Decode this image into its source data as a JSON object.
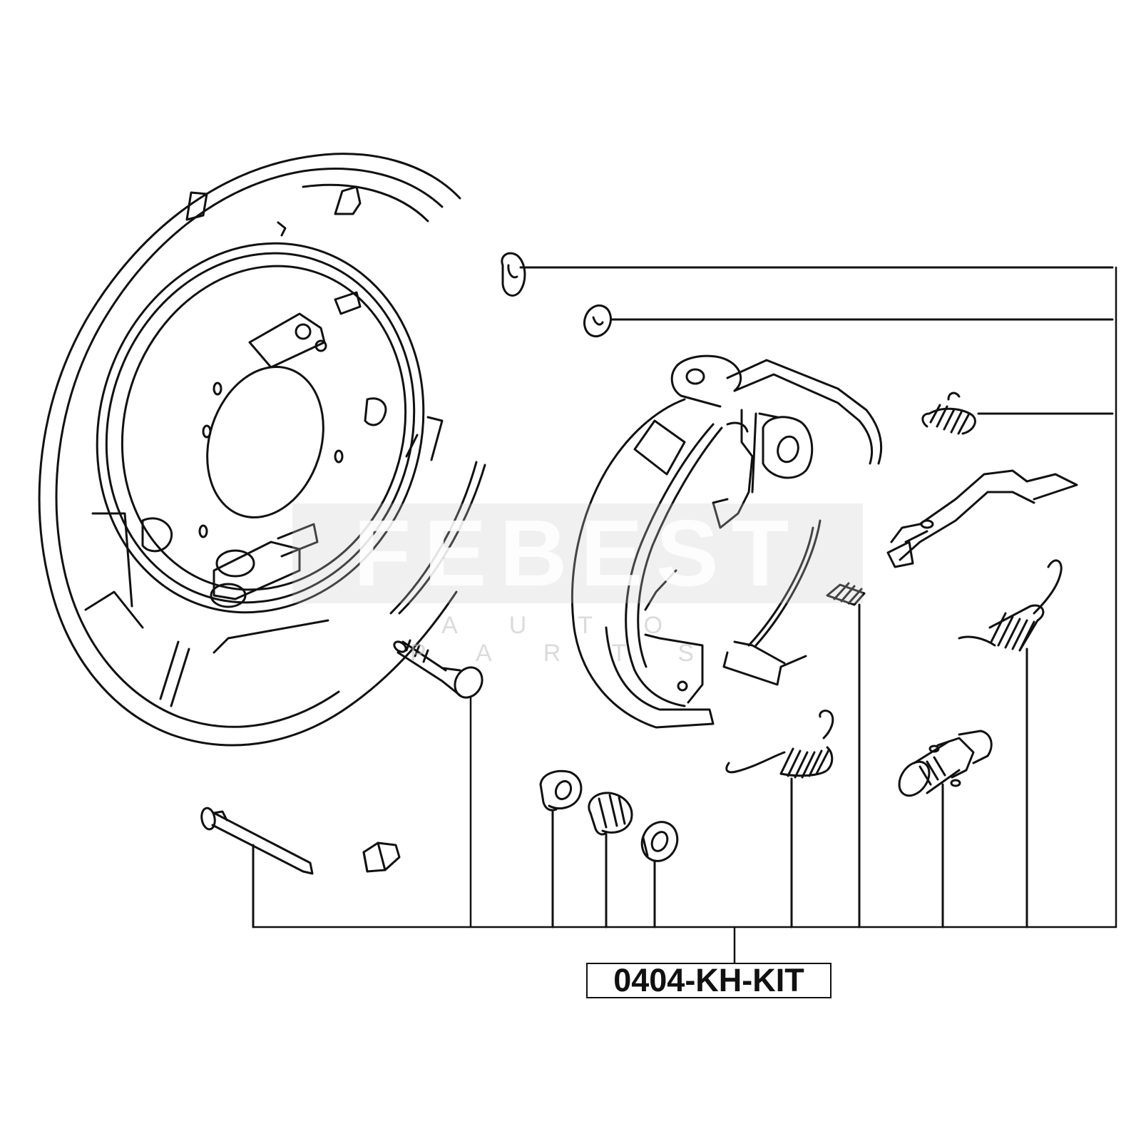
{
  "diagram": {
    "kit_label": "0404-KH-KIT",
    "watermark": {
      "brand": "FEBEST",
      "sub": "AUTO PARTS"
    },
    "parts": [
      "backing-plate",
      "hold-down-pin",
      "hold-down-washer",
      "hold-down-spring",
      "hold-down-cup",
      "parking-brake-shoe",
      "parking-brake-lever",
      "shoe-return-spring",
      "adjuster-spring",
      "shoe-strut",
      "tension-spring",
      "adjuster-assembly",
      "retainer-clip",
      "strut-spring",
      "cotter-pin",
      "clip-washer"
    ],
    "colors": {
      "line": "#111111",
      "background": "#ffffff",
      "watermark": "#c8c8c8"
    }
  }
}
